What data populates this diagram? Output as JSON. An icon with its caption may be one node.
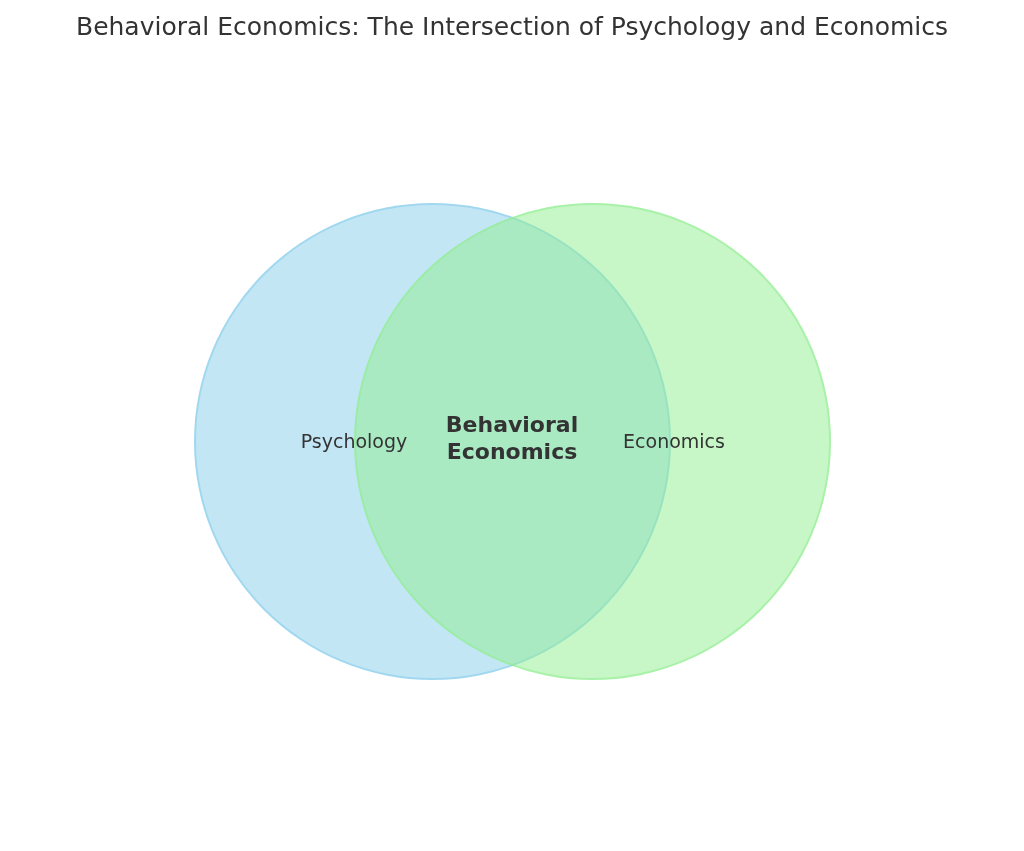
{
  "diagram": {
    "title": "Behavioral Economics: The Intersection of Psychology and Economics",
    "nodes": [
      {
        "text": [
          "Psychology"
        ]
      },
      {
        "text": [
          "Economics"
        ]
      }
    ],
    "edges": [],
    "labels": [
      "Behavioral Economics"
    ]
  }
}
